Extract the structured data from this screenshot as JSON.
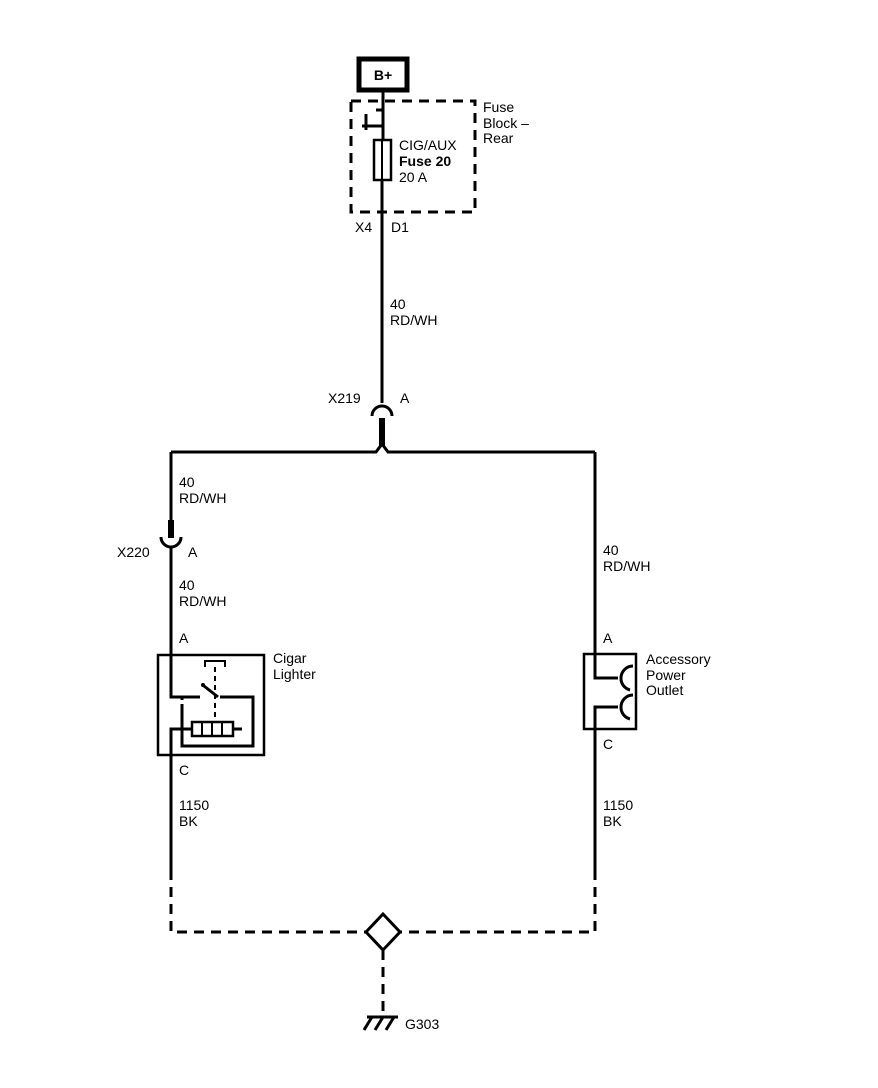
{
  "battery": {
    "label": "B+"
  },
  "fuse_block": {
    "name_line1": "Fuse",
    "name_line2": "Block –",
    "name_line3": "Rear",
    "fuse_name": "CIG/AUX",
    "fuse_id": "Fuse 20",
    "fuse_rating": "20 A",
    "connector": "X4",
    "pin": "D1"
  },
  "wires": {
    "feed": {
      "circuit": "40",
      "color": "RD/WH"
    },
    "left_upper": {
      "circuit": "40",
      "color": "RD/WH"
    },
    "left_lower": {
      "circuit": "40",
      "color": "RD/WH"
    },
    "right": {
      "circuit": "40",
      "color": "RD/WH"
    },
    "ground_left": {
      "circuit": "1150",
      "color": "BK"
    },
    "ground_right": {
      "circuit": "1150",
      "color": "BK"
    }
  },
  "connectors": {
    "x219": {
      "name": "X219",
      "pin": "A"
    },
    "x220": {
      "name": "X220",
      "pin": "A"
    }
  },
  "cigar_lighter": {
    "name_line1": "Cigar",
    "name_line2": "Lighter",
    "pin_top": "A",
    "pin_bottom": "C"
  },
  "accessory_outlet": {
    "name_line1": "Accessory",
    "name_line2": "Power",
    "name_line3": "Outlet",
    "pin_top": "A",
    "pin_bottom": "C"
  },
  "ground": {
    "label": "G303"
  }
}
